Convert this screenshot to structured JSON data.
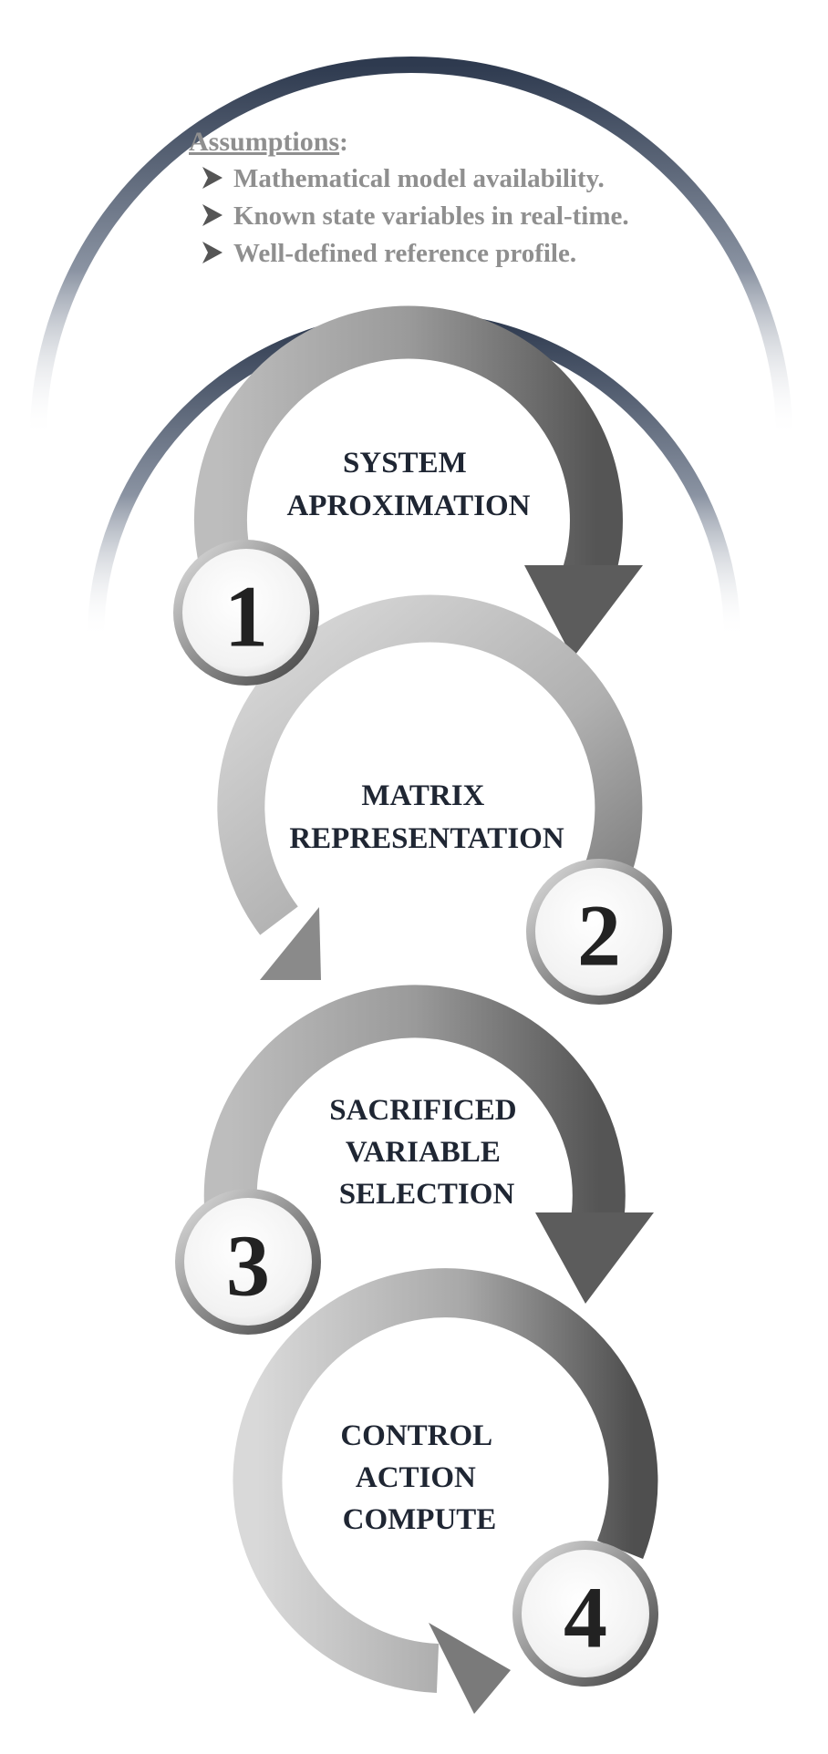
{
  "assumptions": {
    "title": "Assumptions",
    "title_suffix": ":",
    "items": [
      "Mathematical model availability.",
      "Known state variables in real-time.",
      "Well-defined reference profile."
    ]
  },
  "steps": [
    {
      "number": "1",
      "label_lines": [
        "SYSTEM",
        "APROXIMATION"
      ]
    },
    {
      "number": "2",
      "label_lines": [
        "MATRIX",
        "REPRESENTATION"
      ]
    },
    {
      "number": "3",
      "label_lines": [
        "SACRIFICED",
        "VARIABLE",
        "SELECTION"
      ]
    },
    {
      "number": "4",
      "label_lines": [
        "CONTROL",
        "ACTION",
        "COMPUTE"
      ]
    }
  ],
  "colors": {
    "dome": "#2e3a4f",
    "text_dark": "#1f2633",
    "assumption_text": "#8f8f8f"
  }
}
